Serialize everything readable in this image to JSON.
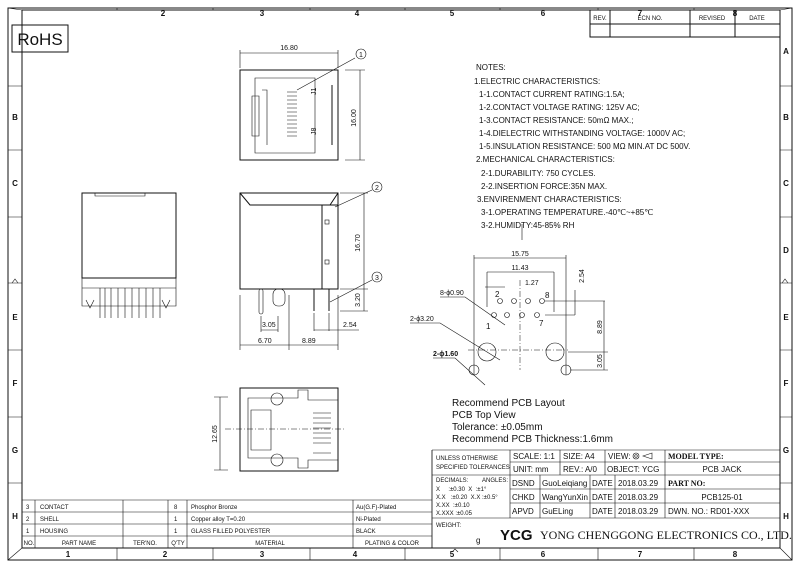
{
  "zones": {
    "cols": [
      "1",
      "2",
      "3",
      "4",
      "5",
      "6",
      "7",
      "8"
    ],
    "rows": [
      "A",
      "B",
      "C",
      "D",
      "E",
      "F",
      "G",
      "H"
    ]
  },
  "rohs": "RoHS",
  "revision_table": {
    "headers": [
      "REV.",
      "ECN NO.",
      "REVISED",
      "DATE"
    ]
  },
  "notes": {
    "title": "NOTES:",
    "lines": [
      "1.ELECTRIC CHARACTERISTICS:",
      "1-1.CONTACT CURRENT RATING:1.5A;",
      "1-2.CONTACT VOLTAGE RATING: 125V AC;",
      "1-3.CONTACT RESISTANCE: 50mΩ MAX.;",
      "1-4.DIELECTRIC WITHSTANDING VOLTAGE: 1000V AC;",
      "1-5.INSULATION RESISTANCE: 500 MΩ MIN.AT DC 500V.",
      "2.MECHANICAL CHARACTERISTICS:",
      "2-1.DURABILITY: 750 CYCLES.",
      "2-2.INSERTION FORCE:35N MAX.",
      "3.ENVIRENMENT CHARACTERISTICS:",
      "3-1.OPERATING TEMPERATURE.-40℃~+85℃",
      "3-2.HUMIDTY:45-85% RH"
    ]
  },
  "dimensions": {
    "top_width": "16.80",
    "top_height": "16.00",
    "j1": "J1",
    "j8": "J8",
    "side_height": "16.70",
    "pin_len": "3.20",
    "d305": "3.05",
    "d254": "2.54",
    "d670": "6.70",
    "d889": "8.89",
    "bottom_height": "12.65",
    "balloons": [
      "1",
      "2",
      "3"
    ],
    "pcb": {
      "w1575": "15.75",
      "w1143": "11.43",
      "w127": "1.27",
      "h254": "2.54",
      "h889": "8.89",
      "h305": "3.05",
      "holes_small": "8-ϕ0.90",
      "holes_mid": "2-ϕ3.20",
      "holes_big": "2-ϕ1.60",
      "pin1": "1",
      "pin2": "2",
      "pin7": "7",
      "pin8": "8"
    }
  },
  "pcb_caption": [
    "Recommend PCB Layout",
    "PCB Top View",
    "Tolerance: ±0.05mm",
    "Recommend PCB Thickness:1.6mm"
  ],
  "parts_table": {
    "headers": [
      "NO.",
      "PART NAME",
      "TER'NO.",
      "Q'TY",
      "MATERIAL",
      "PLATING & COLOR"
    ],
    "rows": [
      {
        "no": "3",
        "name": "CONTACT",
        "ter": "",
        "qty": "8",
        "material": "Phosphor Bronze",
        "plating": "Au(G.F)-Plated"
      },
      {
        "no": "2",
        "name": "SHELL",
        "ter": "",
        "qty": "1",
        "material": "Copper alloy T=0.20",
        "plating": "Ni-Plated"
      },
      {
        "no": "1",
        "name": "HOUSING",
        "ter": "",
        "qty": "1",
        "material": "GLASS FILLED POLYESTER",
        "plating": "BLACK"
      }
    ]
  },
  "title_block": {
    "tol_title1": "UNLESS OTHERWISE",
    "tol_title2": "SPECIFIED TOLERANCES",
    "decimals": "DECIMALS:",
    "angles": "ANGLES:",
    "tol": [
      "X     :±0.30  X  :±1°",
      "X.X   :±0.20  X.X :±0.5°",
      "X.XX  :±0.10",
      "X.XXX :±0.05"
    ],
    "weight_label": "WEIGHT:",
    "weight_unit": "g",
    "scale": "SCALE: 1:1",
    "size": "SIZE: A4",
    "view": "VIEW:",
    "unit": "UNIT: mm",
    "rev": "REV.: A/0",
    "object": "OBJECT: YCG",
    "model_type_label": "MODEL TYPE:",
    "model_type": "PCB JACK",
    "part_no_label": "PART NO:",
    "part_no": "PCB125-01",
    "dwn_no": "DWN. NO.: RD01-XXX",
    "signoffs": [
      {
        "role": "DSND",
        "name": "GuoLeiqiang",
        "date_label": "DATE",
        "date": "2018.03.29"
      },
      {
        "role": "CHKD",
        "name": "WangYunXin",
        "date_label": "DATE",
        "date": "2018.03.29"
      },
      {
        "role": "APVD",
        "name": "GuELing",
        "date_label": "DATE",
        "date": "2018.03.29"
      }
    ],
    "logo": "YCG",
    "company": "YONG CHENGGONG ELECTRONICS CO., LTD."
  }
}
